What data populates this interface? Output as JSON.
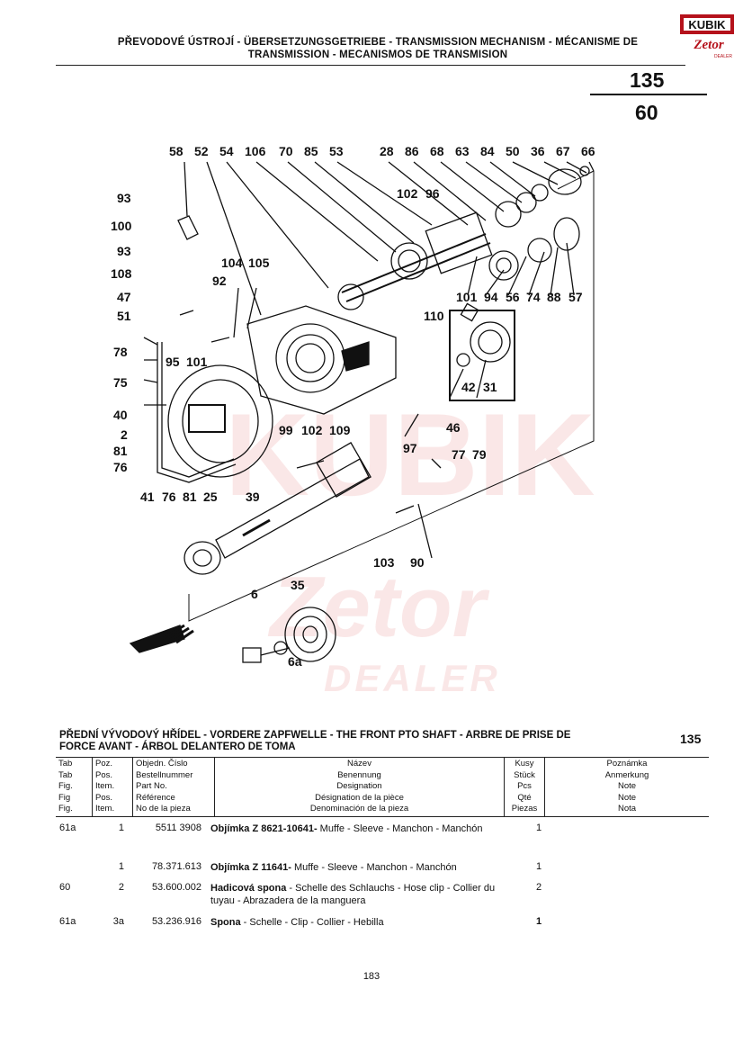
{
  "header": {
    "title_line1": "PŘEVODOVÉ ÚSTROJÍ - ÜBERSETZUNGSGETRIEBE - TRANSMISSION MECHANISM - MÉCANISME DE",
    "title_line2": "TRANSMISSION - MECANISMOS DE TRANSMISION",
    "page_group": "135",
    "page_sub": "60"
  },
  "logo": {
    "top": "KUBIK",
    "bottom": "Zetor",
    "tag": "DEALER"
  },
  "watermark": {
    "brand": "KUBIK",
    "zetor": "Zetor",
    "dealer": "DEALER"
  },
  "diagram": {
    "callouts": [
      "58",
      "52",
      "54",
      "106",
      "70",
      "85",
      "53",
      "28",
      "86",
      "68",
      "63",
      "84",
      "50",
      "36",
      "67",
      "66",
      "102",
      "96",
      "93",
      "100",
      "93",
      "108",
      "47",
      "51",
      "104",
      "105",
      "92",
      "78",
      "75",
      "40",
      "2",
      "81",
      "76",
      "95",
      "101",
      "101",
      "94",
      "56",
      "74",
      "88",
      "57",
      "110",
      "42",
      "31",
      "46",
      "99",
      "102",
      "109",
      "97",
      "77",
      "79",
      "41",
      "76",
      "81",
      "25",
      "39",
      "103",
      "90",
      "6",
      "35",
      "6a"
    ]
  },
  "section": {
    "title_line1": "PŘEDNÍ VÝVODOVÝ HŘÍDEL - VORDERE ZAPFWELLE - THE FRONT PTO SHAFT - ARBRE DE PRISE DE",
    "title_line2": "FORCE AVANT - ÁRBOL DELANTERO DE TOMA",
    "number": "135"
  },
  "table_header": {
    "tab": [
      "Tab",
      "Tab",
      "Fig.",
      "Fig",
      "Fig."
    ],
    "pos": [
      "Poz.",
      "Pos.",
      "Item.",
      "Pos.",
      "Item."
    ],
    "partno": [
      "Objedn. Číslo",
      "Bestellnummer",
      "Part No.",
      "Référence",
      "No de la pieza"
    ],
    "name": [
      "Název",
      "Benennung",
      "Designation",
      "Désignation de la pièce",
      "Denominación de la pieza"
    ],
    "qty": [
      "Kusy",
      "Stück",
      "Pcs",
      "Qté",
      "Piezas"
    ],
    "note": [
      "Poznámka",
      "Anmerkung",
      "Note",
      "Note",
      "Nota"
    ]
  },
  "rows": [
    {
      "tab": "61a",
      "pos": "1",
      "partno": "5511 3908",
      "name_bold": "Objímka Z 8621-10641-",
      "name_rest": " Muffe - Sleeve - Manchon - Manchón",
      "qty": "1"
    },
    {
      "tab": "",
      "pos": "1",
      "partno": "78.371.613",
      "name_bold": "Objímka Z 11641-",
      "name_rest": " Muffe - Sleeve - Manchon - Manchón",
      "qty": "1"
    },
    {
      "tab": "60",
      "pos": "2",
      "partno": "53.600.002",
      "name_bold": "Hadicová spona",
      "name_rest": " - Schelle des Schlauchs - Hose clip - Collier du tuyau - Abrazadera de la manguera",
      "qty": "2"
    },
    {
      "tab": "61a",
      "pos": "3a",
      "partno": "53.236.916",
      "name_bold": "Spona",
      "name_rest": " - Schelle - Clip - Collier - Hebilla",
      "qty": "1"
    }
  ],
  "footer": {
    "page_number": "183"
  }
}
